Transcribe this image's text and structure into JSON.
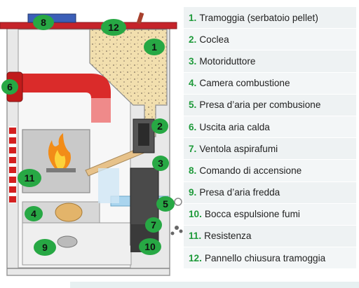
{
  "legend": [
    {
      "num": "1.",
      "text": "Tramoggia (serbatoio pellet)"
    },
    {
      "num": "2.",
      "text": "Coclea"
    },
    {
      "num": "3.",
      "text": "Motoriduttore"
    },
    {
      "num": "4.",
      "text": "Camera combustione"
    },
    {
      "num": "5.",
      "text": "Presa d’aria per combusione"
    },
    {
      "num": "6.",
      "text": "Uscita aria calda"
    },
    {
      "num": "7.",
      "text": "Ventola aspirafumi"
    },
    {
      "num": "8.",
      "text": "Comando di accensione"
    },
    {
      "num": "9.",
      "text": "Presa d’aria fredda"
    },
    {
      "num": "10.",
      "text": "Bocca espulsione fumi"
    },
    {
      "num": "11.",
      "text": "Resistenza"
    },
    {
      "num": "12.",
      "text": "Pannello chiusura tramoggia"
    }
  ],
  "badges": {
    "b1": "1",
    "b2": "2",
    "b3": "3",
    "b4": "4",
    "b5": "5",
    "b6": "6",
    "b7": "7",
    "b8": "8",
    "b9": "9",
    "b10": "10",
    "b11": "11",
    "b12": "12"
  },
  "colors": {
    "badge_green": "#27a844",
    "pellet_beige": "#f2dfae",
    "hot_red": "#d8201f",
    "body_grey": "#cfcfcf",
    "air_blue": "#a9d4ee",
    "legend_number_green": "#1e9a3a"
  }
}
